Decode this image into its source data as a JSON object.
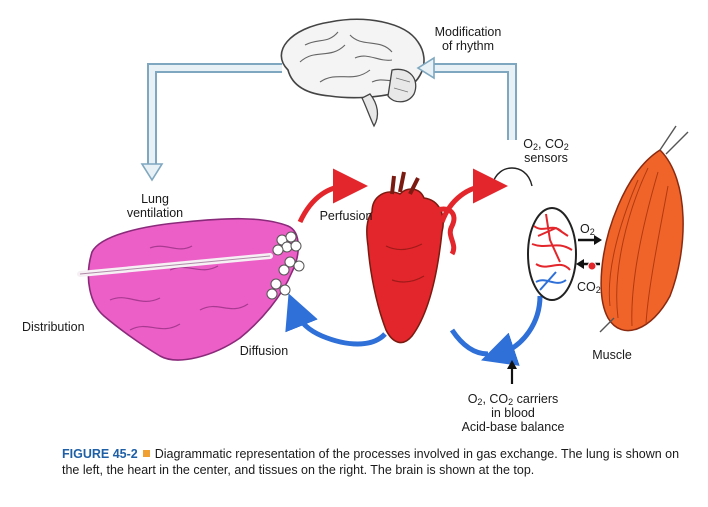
{
  "labels": {
    "modification_line1": "Modification",
    "modification_line2": "of rhythm",
    "lung_ventilation_line1": "Lung",
    "lung_ventilation_line2": "ventilation",
    "sensors_o2": "O",
    "sensors_o2_sub": "2",
    "sensors_sep": ", CO",
    "sensors_co2_sub": "2",
    "sensors_word": "sensors",
    "perfusion": "Perfusion",
    "distribution": "Distribution",
    "diffusion": "Diffusion",
    "muscle": "Muscle",
    "o2_out": "O",
    "o2_out_sub": "2",
    "co2_in": "CO",
    "co2_in_sub": "2",
    "carriers_o2": "O",
    "carriers_o2_sub": "2",
    "carriers_sep": ", CO",
    "carriers_co2_sub": "2",
    "carriers_rest": " carriers",
    "in_blood": "in blood",
    "acid_base": "Acid-base balance"
  },
  "caption": {
    "figure": "FIGURE 45-2",
    "text": "Diagrammatic representation of the processes involved in gas exchange. The lung is shown on the left, the heart in the center, and tissues on the right. The brain is shown at the top."
  },
  "colors": {
    "arterial": "#e3262b",
    "venous": "#2e6fd8",
    "lung": "#ec5fc6",
    "muscle": "#f0642a",
    "pipe_fill": "#e8f1f6",
    "pipe_stroke": "#7fa8c0"
  }
}
